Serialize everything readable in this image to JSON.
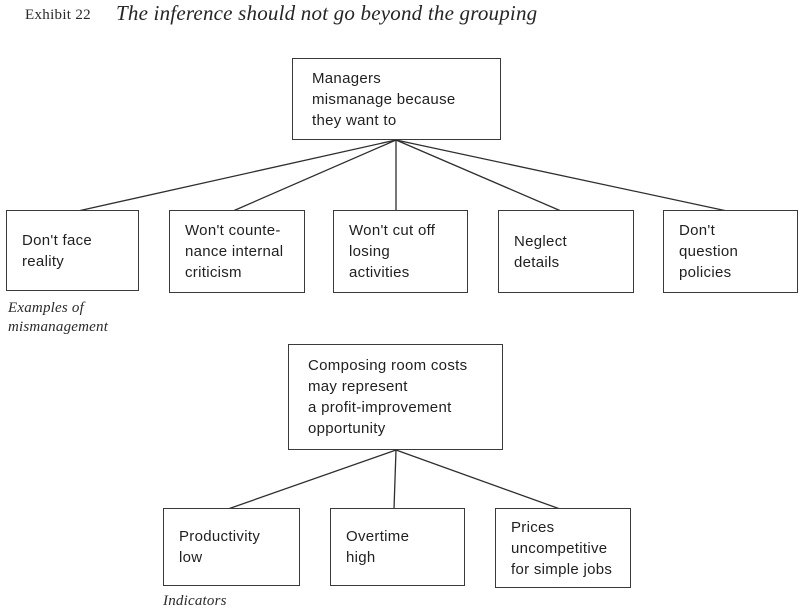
{
  "header": {
    "exhibit_label": "Exhibit 22",
    "title": "The inference should not go beyond the grouping"
  },
  "top_tree": {
    "root": "Managers\nmismanage because\nthey want to",
    "children": [
      "Don't face\nreality",
      "Won't counte-\nnance internal\ncriticism",
      "Won't cut off\nlosing\nactivities",
      "Neglect\ndetails",
      "Don't\nquestion\npolicies"
    ],
    "caption": "Examples of\nmismanagement"
  },
  "bottom_tree": {
    "root": "Composing room costs\nmay represent\na profit-improvement\nopportunity",
    "children": [
      "Productivity\nlow",
      "Overtime\nhigh",
      "Prices\nuncompetitive\nfor simple jobs"
    ],
    "caption": "Indicators"
  },
  "colors": {
    "background": "#ffffff",
    "ink": "#1f1f1f",
    "line": "#2e2e2e"
  }
}
